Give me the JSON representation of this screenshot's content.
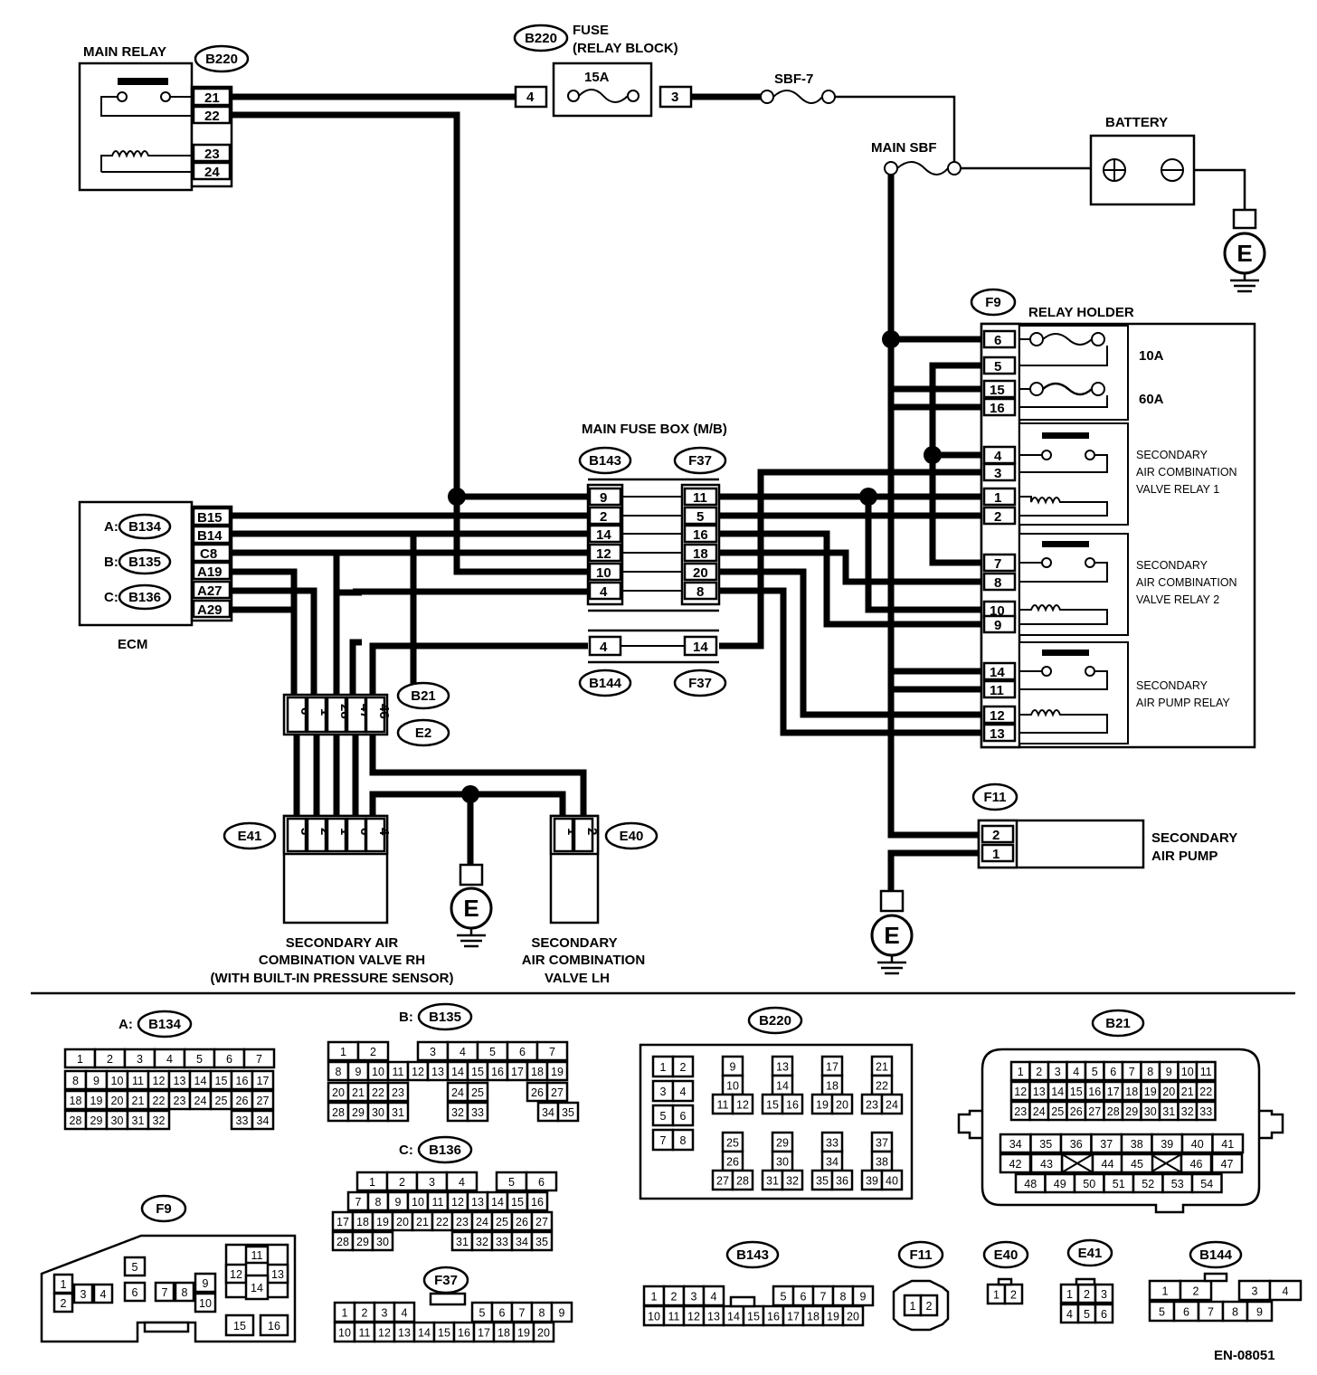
{
  "labels": {
    "main_relay": "MAIN RELAY",
    "fuse_title": "FUSE",
    "fuse_sub": "(RELAY BLOCK)",
    "fuse_amp": "15A",
    "sbf7": "SBF-7",
    "battery": "BATTERY",
    "main_sbf": "MAIN SBF",
    "relay_holder": "RELAY HOLDER",
    "fuse_10a": "10A",
    "fuse_60a": "60A",
    "main_fuse_box": "MAIN FUSE BOX (M/B)",
    "relay1": [
      "SECONDARY",
      "AIR COMBINATION",
      "VALVE RELAY 1"
    ],
    "relay2": [
      "SECONDARY",
      "AIR COMBINATION",
      "VALVE RELAY 2"
    ],
    "pump_relay": [
      "SECONDARY",
      "AIR PUMP RELAY"
    ],
    "ecm": "ECM",
    "pump": [
      "SECONDARY",
      "AIR PUMP"
    ],
    "valve_rh": [
      "SECONDARY AIR",
      "COMBINATION VALVE RH",
      "(WITH BUILT-IN PRESSURE SENSOR)"
    ],
    "valve_lh": [
      "SECONDARY",
      "AIR COMBINATION",
      "VALVE LH"
    ],
    "ground": "E",
    "ecm_prefix": [
      "A:",
      "B:",
      "C:"
    ],
    "doc_code": "EN-08051"
  },
  "connectors": {
    "B220": "B220",
    "F9": "F9",
    "B143": "B143",
    "F37": "F37",
    "B144": "B144",
    "B21": "B21",
    "E2": "E2",
    "E41": "E41",
    "E40": "E40",
    "F11": "F11",
    "B134": "B134",
    "B135": "B135",
    "B136": "B136"
  },
  "pins": {
    "main_relay": [
      "21",
      "22",
      "23",
      "24"
    ],
    "fuse_in": "4",
    "fuse_out": "3",
    "ecm": [
      "B15",
      "B14",
      "C8",
      "A19",
      "A27",
      "A29"
    ],
    "b143": [
      "9",
      "2",
      "14",
      "12",
      "10",
      "4"
    ],
    "f37": [
      "11",
      "5",
      "16",
      "18",
      "20",
      "8"
    ],
    "b144": "4",
    "f37b": "14",
    "relay_holder": [
      "6",
      "5",
      "15",
      "16",
      "4",
      "3",
      "1",
      "2",
      "7",
      "8",
      "10",
      "9",
      "14",
      "11",
      "12",
      "13"
    ],
    "b21": [
      "6",
      "1",
      "28",
      "47",
      "46"
    ],
    "e41": [
      "3",
      "2",
      "1",
      "6",
      "4"
    ],
    "e40": [
      "1",
      "2"
    ],
    "f11": [
      "2",
      "1"
    ]
  },
  "legend": {
    "b134_title": "A:",
    "b135_title": "B:",
    "b136_title": "C:",
    "b134": [
      [
        "1",
        "2",
        "3",
        "4",
        "5",
        "6",
        "7"
      ],
      [
        "8",
        "9",
        "10",
        "11",
        "12",
        "13",
        "14",
        "15",
        "16",
        "17"
      ],
      [
        "18",
        "19",
        "20",
        "21",
        "22",
        "23",
        "24",
        "25",
        "26",
        "27"
      ],
      [
        "28",
        "29",
        "30",
        "31",
        "32",
        "33",
        "34"
      ]
    ],
    "b135": [
      [
        "1",
        "2",
        "3",
        "4",
        "5",
        "6",
        "7"
      ],
      [
        "8",
        "9",
        "10",
        "11",
        "12",
        "13",
        "14",
        "15",
        "16",
        "17",
        "18",
        "19"
      ],
      [
        "20",
        "21",
        "22",
        "23",
        "24",
        "25",
        "26",
        "27"
      ],
      [
        "28",
        "29",
        "30",
        "31",
        "32",
        "33",
        "34",
        "35"
      ]
    ],
    "b136": [
      [
        "1",
        "2",
        "3",
        "4",
        "5",
        "6"
      ],
      [
        "7",
        "8",
        "9",
        "10",
        "11",
        "12",
        "13",
        "14",
        "15",
        "16"
      ],
      [
        "17",
        "18",
        "19",
        "20",
        "21",
        "22",
        "23",
        "24",
        "25",
        "26",
        "27"
      ],
      [
        "28",
        "29",
        "30",
        "31",
        "32",
        "33",
        "34",
        "35"
      ]
    ],
    "f37": [
      [
        "1",
        "2",
        "3",
        "4",
        "5",
        "6",
        "7",
        "8",
        "9"
      ],
      [
        "10",
        "11",
        "12",
        "13",
        "14",
        "15",
        "16",
        "17",
        "18",
        "19",
        "20"
      ]
    ],
    "b220": [
      "1",
      "2",
      "3",
      "4",
      "5",
      "6",
      "7",
      "8",
      "9",
      "10",
      "11",
      "12",
      "13",
      "14",
      "15",
      "16",
      "17",
      "18",
      "19",
      "20",
      "21",
      "22",
      "23",
      "24",
      "25",
      "26",
      "27",
      "28",
      "29",
      "30",
      "31",
      "32",
      "33",
      "34",
      "35",
      "36",
      "37",
      "38",
      "39",
      "40"
    ],
    "b21": [
      [
        "1",
        "2",
        "3",
        "4",
        "5",
        "6",
        "7",
        "8",
        "9",
        "10",
        "11"
      ],
      [
        "12",
        "13",
        "14",
        "15",
        "16",
        "17",
        "18",
        "19",
        "20",
        "21",
        "22"
      ],
      [
        "23",
        "24",
        "25",
        "26",
        "27",
        "28",
        "29",
        "30",
        "31",
        "32",
        "33"
      ],
      [
        "34",
        "35",
        "36",
        "37",
        "38",
        "39",
        "40",
        "41"
      ],
      [
        "42",
        "43",
        "44",
        "45",
        "46",
        "47"
      ],
      [
        "48",
        "49",
        "50",
        "51",
        "52",
        "53",
        "54"
      ]
    ],
    "f9": [
      "1",
      "2",
      "3",
      "4",
      "5",
      "6",
      "7",
      "8",
      "9",
      "10",
      "11",
      "12",
      "13",
      "14",
      "15",
      "16"
    ],
    "b143": [
      [
        "1",
        "2",
        "3",
        "4",
        "5",
        "6",
        "7",
        "8",
        "9"
      ],
      [
        "10",
        "11",
        "12",
        "13",
        "14",
        "15",
        "16",
        "17",
        "18",
        "19",
        "20"
      ]
    ],
    "f11": [
      "1",
      "2"
    ],
    "e40": [
      "1",
      "2"
    ],
    "e41": [
      [
        "1",
        "2",
        "3"
      ],
      [
        "4",
        "5",
        "6"
      ]
    ],
    "b144": [
      [
        "1",
        "2",
        "3",
        "4"
      ],
      [
        "5",
        "6",
        "7",
        "8",
        "9"
      ]
    ]
  }
}
